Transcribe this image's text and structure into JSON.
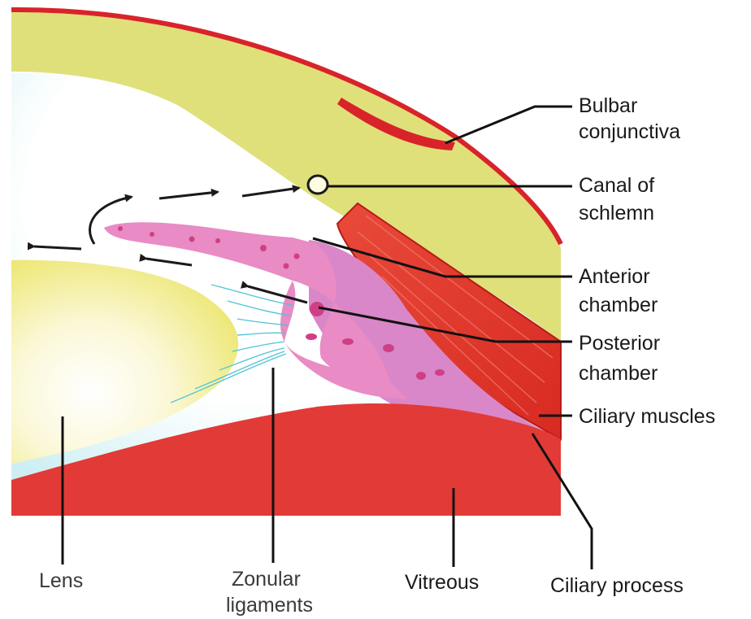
{
  "labels": {
    "bulbar_1": "Bulbar",
    "bulbar_2": "conjunctiva",
    "canal_1": "Canal of",
    "canal_2": "schlemn",
    "anterior_1": "Anterior",
    "anterior_2": "chamber",
    "posterior_1": "Posterior",
    "posterior_2": "chamber",
    "ciliary_muscles": "Ciliary muscles",
    "lens": "Lens",
    "zonular_1": "Zonular",
    "zonular_2": "ligaments",
    "vitreous": "Vitreous",
    "ciliary_process": "Ciliary process"
  },
  "colors": {
    "sclera": "#dfe07a",
    "conjunctiva": "#e0282a",
    "aqueous": "#dff4f6",
    "lens": "#f6f3b0",
    "iris": "#e98bc4",
    "ciliary_body": "#d987c8",
    "ciliary_muscle": "#e0362b",
    "vitreous": "#e23a36",
    "zonule": "#4fc4d6"
  }
}
